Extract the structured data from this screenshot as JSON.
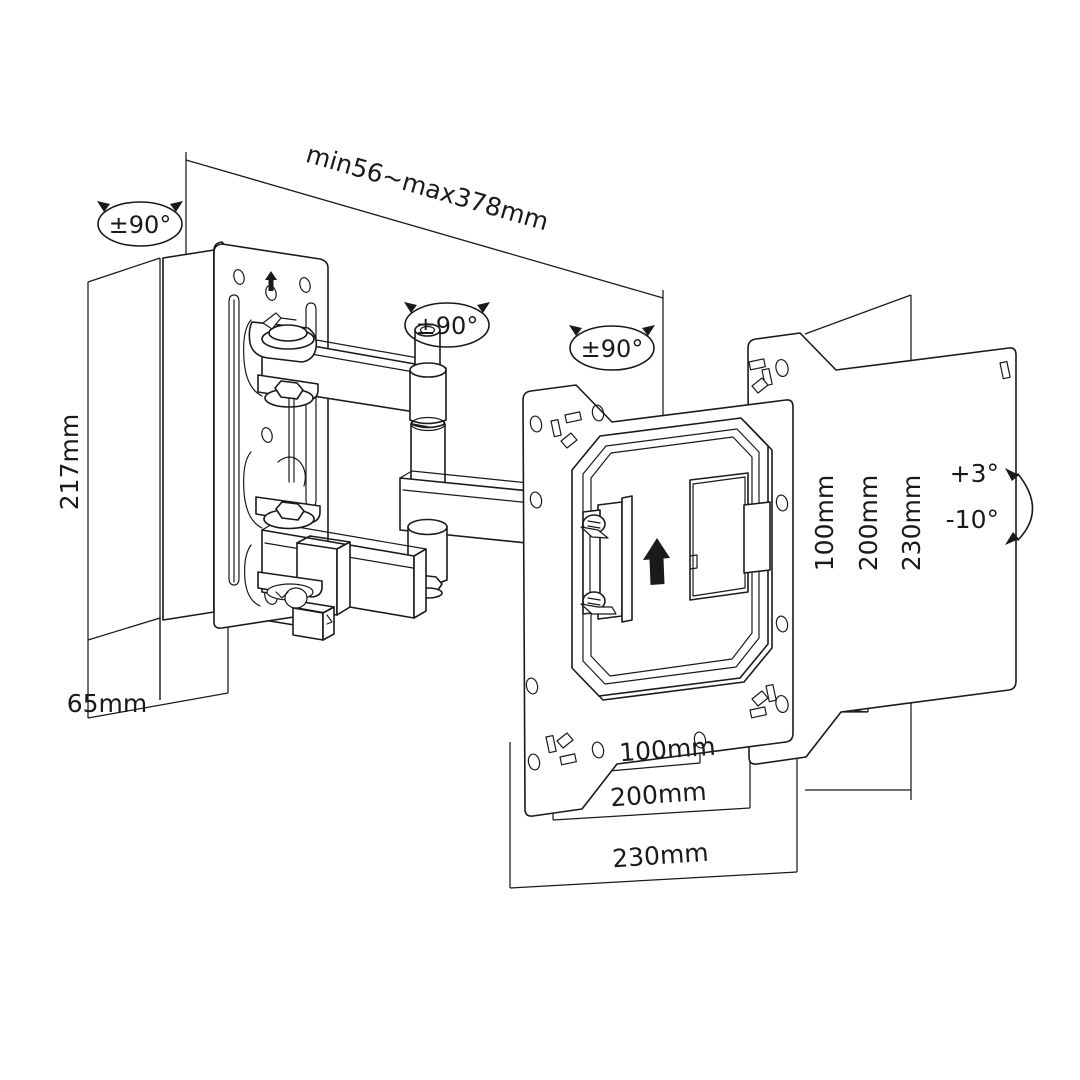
{
  "diagram": {
    "title": "Articulating TV Wall Mount Dimensional Drawing",
    "type": "technical-line-drawing",
    "background_color": "#ffffff",
    "line_color": "#1a1a1a"
  },
  "dimensions": {
    "extension": "min56~max378mm",
    "plate_height": "217mm",
    "plate_depth": "65mm",
    "vesa_v_100": "100mm",
    "vesa_v_200": "200mm",
    "vesa_v_230": "230mm",
    "vesa_h_100": "100mm",
    "vesa_h_200": "200mm",
    "vesa_h_230": "230mm"
  },
  "rotation_labels": {
    "wall_joint": "±90°",
    "elbow_joint": "±90°",
    "head_joint": "±90°"
  },
  "tilt_labels": {
    "up": "+3°",
    "down": "-10°"
  },
  "icons": {
    "rotation": "rotation-arrow-ellipse-icon",
    "tilt": "tilt-arc-arrow-icon",
    "orientation_up": "up-arrow-marking-icon"
  }
}
